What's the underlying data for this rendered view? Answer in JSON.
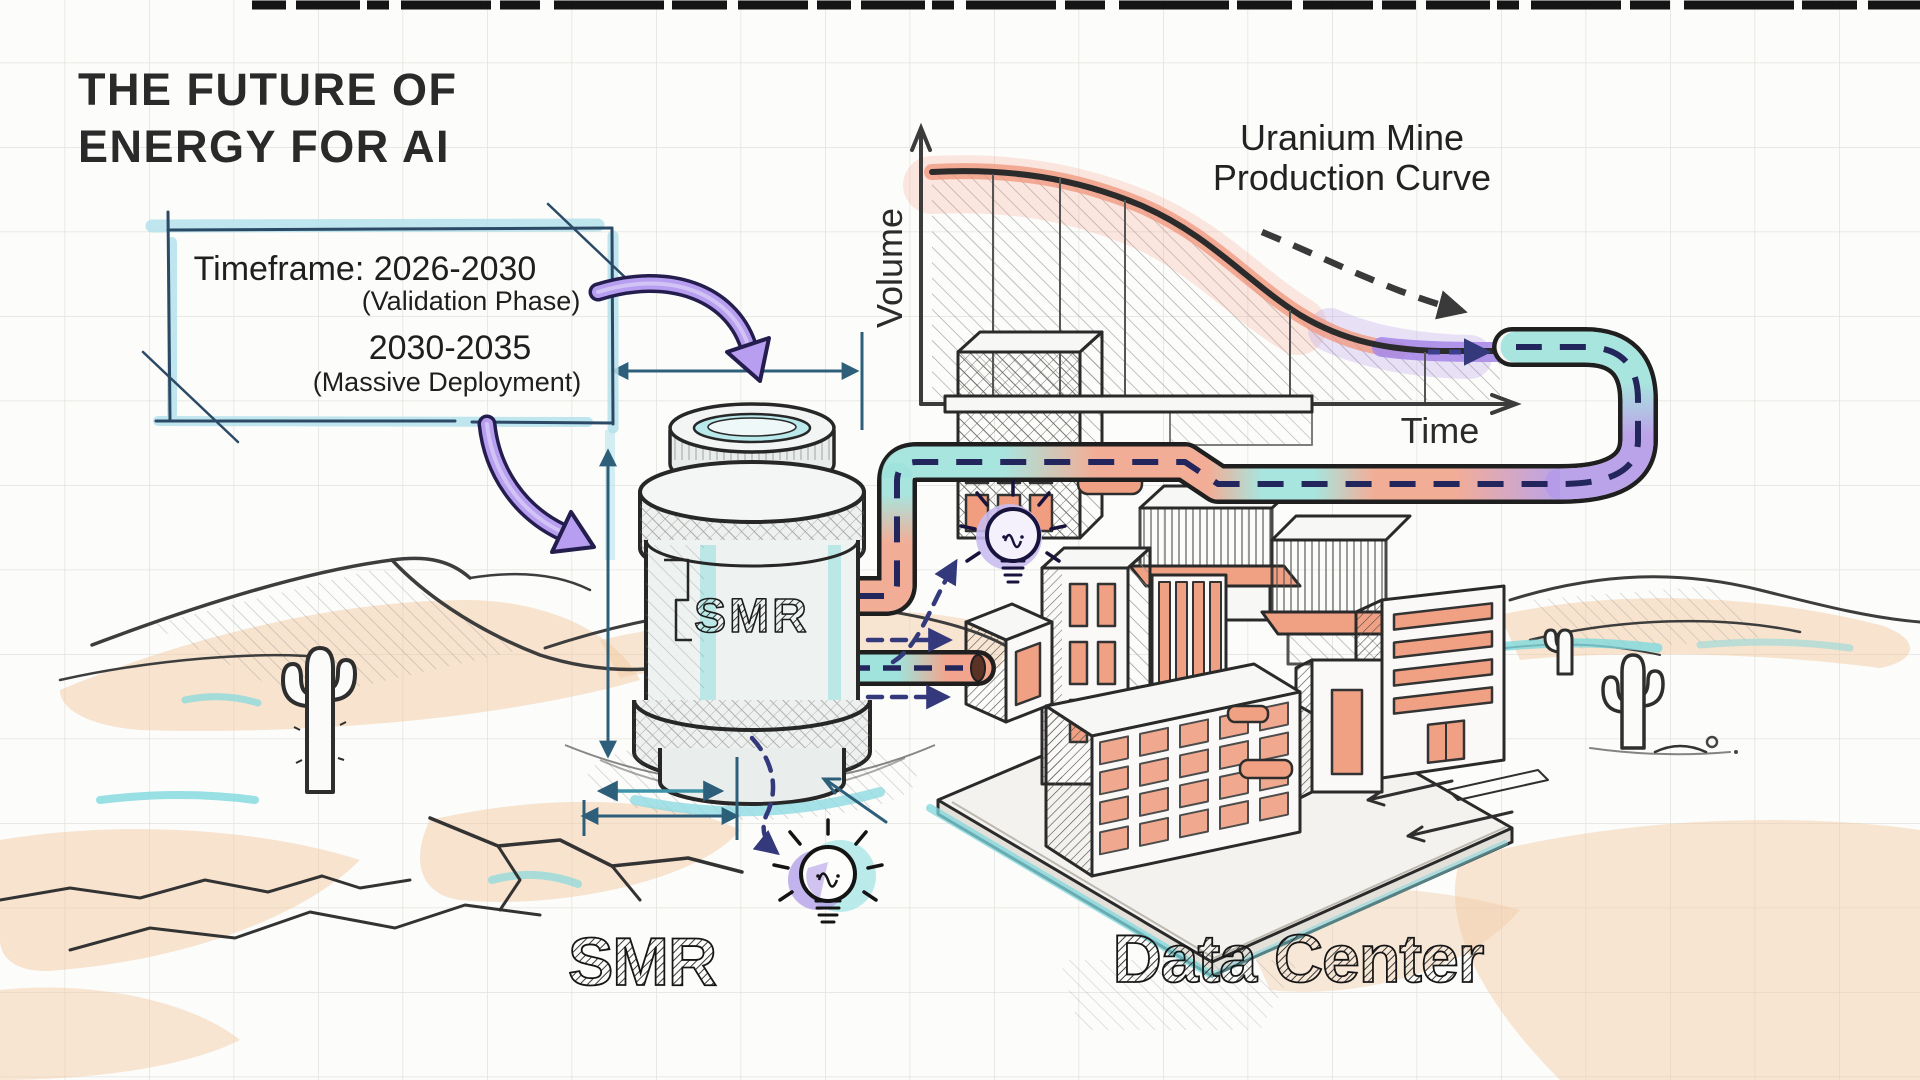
{
  "title": {
    "line1": "THE FUTURE OF",
    "line2": "ENERGY FOR AI"
  },
  "timeframe_box": {
    "timeframe": "Timeframe: 2026-2030",
    "phase1": "(Validation Phase)",
    "period2": "2030-2035",
    "phase2": "(Massive Deployment)"
  },
  "chart": {
    "title_line1": "Uranium Mine",
    "title_line2": "Production Curve",
    "y_axis_label": "Volume",
    "x_axis_label": "Time"
  },
  "smr": {
    "vessel_label": "SMR",
    "caption": "SMR"
  },
  "data_center": {
    "caption": "Data Center"
  },
  "icons": {
    "top_bulb": "lightbulb-icon",
    "bottom_bulb": "lightbulb-icon",
    "flow_arrows": "dashed-arrow-icon",
    "annotation_arrows": "purple-curved-arrow-icon"
  },
  "colors": {
    "paper": "#fcfcfa",
    "grid": "#e2e2de",
    "ink": "#2b2b2b",
    "dimension_blue": "#2e5f7a",
    "highlight_teal": "#8fd9e2",
    "pipe_teal": "#9fe3dc",
    "pipe_salmon": "#f2a58c",
    "pipe_purple": "#b49ae8",
    "navy_dash": "#34397b",
    "desert_tan": "#f1c9a1"
  },
  "chart_data": {
    "type": "area",
    "title": "Uranium Mine Production Curve",
    "xlabel": "Time",
    "ylabel": "Volume",
    "x": [
      0,
      1,
      2,
      3,
      4,
      5,
      6,
      7,
      8
    ],
    "values": [
      95,
      94,
      90,
      80,
      66,
      52,
      40,
      32,
      28
    ],
    "ylim": [
      0,
      100
    ],
    "grid": true,
    "legend_position": "none",
    "annotations": [
      "declining dashed trend arrow above curve"
    ]
  }
}
